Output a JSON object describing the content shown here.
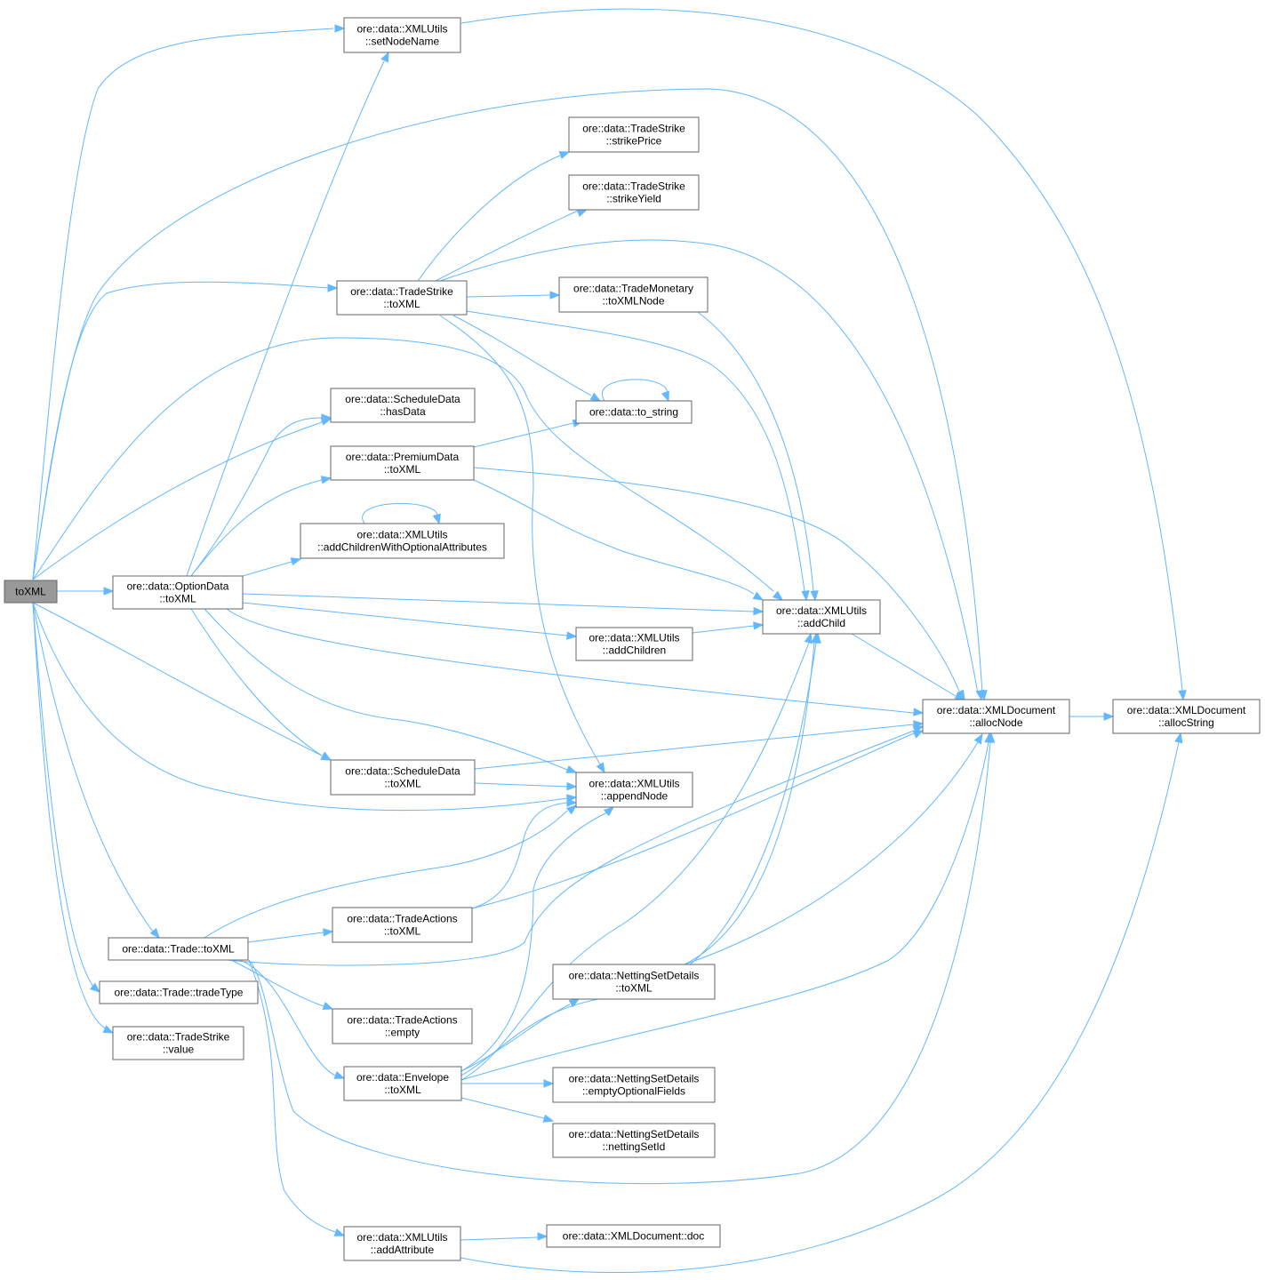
{
  "diagram": {
    "nodes": {
      "root": {
        "lines": [
          "toXML"
        ],
        "is_root": true
      },
      "optiondata_toxml": {
        "lines": [
          "ore::data::OptionData",
          "::toXML"
        ]
      },
      "trade_toxml": {
        "lines": [
          "ore::data::Trade::toXML"
        ]
      },
      "trade_tradetype": {
        "lines": [
          "ore::data::Trade::tradeType"
        ]
      },
      "tradestrike_value": {
        "lines": [
          "ore::data::TradeStrike",
          "::value"
        ]
      },
      "xmlutils_setnodename": {
        "lines": [
          "ore::data::XMLUtils",
          "::setNodeName"
        ]
      },
      "tradestrike_toxml": {
        "lines": [
          "ore::data::TradeStrike",
          "::toXML"
        ]
      },
      "scheduledata_hasdata": {
        "lines": [
          "ore::data::ScheduleData",
          "::hasData"
        ]
      },
      "premiumdata_toxml": {
        "lines": [
          "ore::data::PremiumData",
          "::toXML"
        ]
      },
      "xmlutils_addchildrenopt": {
        "lines": [
          "ore::data::XMLUtils",
          "::addChildrenWithOptionalAttributes"
        ]
      },
      "scheduledata_toxml": {
        "lines": [
          "ore::data::ScheduleData",
          "::toXML"
        ]
      },
      "tradeactions_toxml": {
        "lines": [
          "ore::data::TradeActions",
          "::toXML"
        ]
      },
      "tradeactions_empty": {
        "lines": [
          "ore::data::TradeActions",
          "::empty"
        ]
      },
      "envelope_toxml": {
        "lines": [
          "ore::data::Envelope",
          "::toXML"
        ]
      },
      "xmlutils_addattribute": {
        "lines": [
          "ore::data::XMLUtils",
          "::addAttribute"
        ]
      },
      "tradestrike_strikeprice": {
        "lines": [
          "ore::data::TradeStrike",
          "::strikePrice"
        ]
      },
      "tradestrike_strikeyield": {
        "lines": [
          "ore::data::TradeStrike",
          "::strikeYield"
        ]
      },
      "trademonetary_toxmlnode": {
        "lines": [
          "ore::data::TradeMonetary",
          "::toXMLNode"
        ]
      },
      "to_string": {
        "lines": [
          "ore::data::to_string"
        ]
      },
      "xmlutils_addchildren": {
        "lines": [
          "ore::data::XMLUtils",
          "::addChildren"
        ]
      },
      "xmlutils_appendnode": {
        "lines": [
          "ore::data::XMLUtils",
          "::appendNode"
        ]
      },
      "nettingset_toxml": {
        "lines": [
          "ore::data::NettingSetDetails",
          "::toXML"
        ]
      },
      "nettingset_emptyopt": {
        "lines": [
          "ore::data::NettingSetDetails",
          "::emptyOptionalFields"
        ]
      },
      "nettingset_nettingsetid": {
        "lines": [
          "ore::data::NettingSetDetails",
          "::nettingSetId"
        ]
      },
      "xmldocument_doc": {
        "lines": [
          "ore::data::XMLDocument::doc"
        ]
      },
      "xmlutils_addchild": {
        "lines": [
          "ore::data::XMLUtils",
          "::addChild"
        ]
      },
      "xmldocument_allocnode": {
        "lines": [
          "ore::data::XMLDocument",
          "::allocNode"
        ]
      },
      "xmldocument_allocstring": {
        "lines": [
          "ore::data::XMLDocument",
          "::allocString"
        ]
      }
    },
    "colors": {
      "edge": "#63b8ff",
      "node_border": "#666666",
      "node_fill": "#ffffff",
      "root_fill": "#999999"
    }
  }
}
